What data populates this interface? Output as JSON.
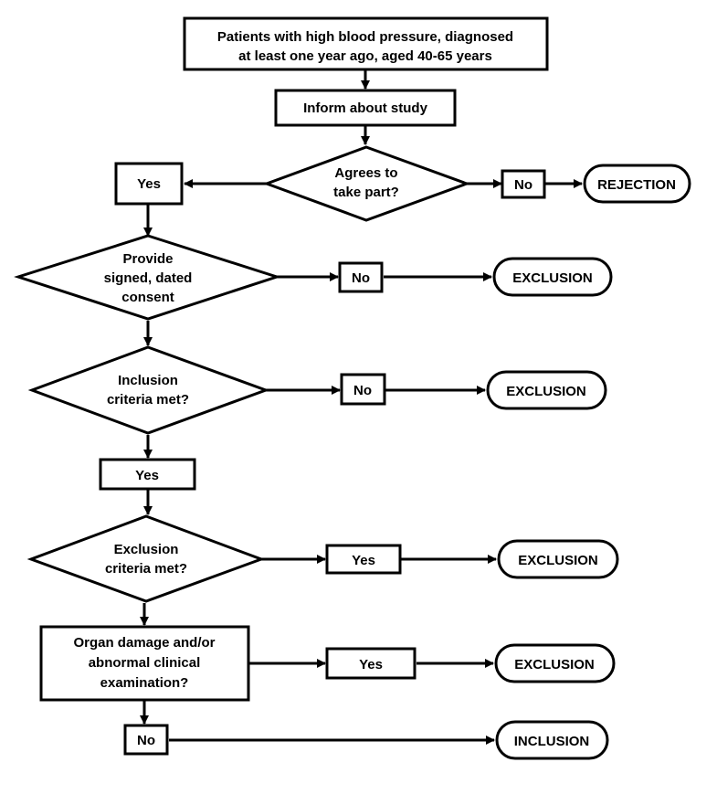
{
  "start": {
    "line1": "Patients with high blood pressure, diagnosed",
    "line2": "at least one year ago, aged 40-65 years"
  },
  "inform": "Inform about study",
  "agrees": {
    "line1": "Agrees to",
    "line2": "take part?",
    "yes": "Yes",
    "no": "No",
    "outcome": "REJECTION"
  },
  "consent": {
    "line1": "Provide",
    "line2": "signed, dated",
    "line3": "consent",
    "no": "No",
    "outcome": "EXCLUSION"
  },
  "inclusion": {
    "line1": "Inclusion",
    "line2": "criteria met?",
    "no": "No",
    "outcome": "EXCLUSION",
    "yes": "Yes"
  },
  "exclusion": {
    "line1": "Exclusion",
    "line2": "criteria met?",
    "yes": "Yes",
    "outcome": "EXCLUSION"
  },
  "organ": {
    "line1": "Organ damage and/or",
    "line2": "abnormal clinical",
    "line3": "examination?",
    "yes": "Yes",
    "outcome": "EXCLUSION",
    "no": "No",
    "final": "INCLUSION"
  }
}
